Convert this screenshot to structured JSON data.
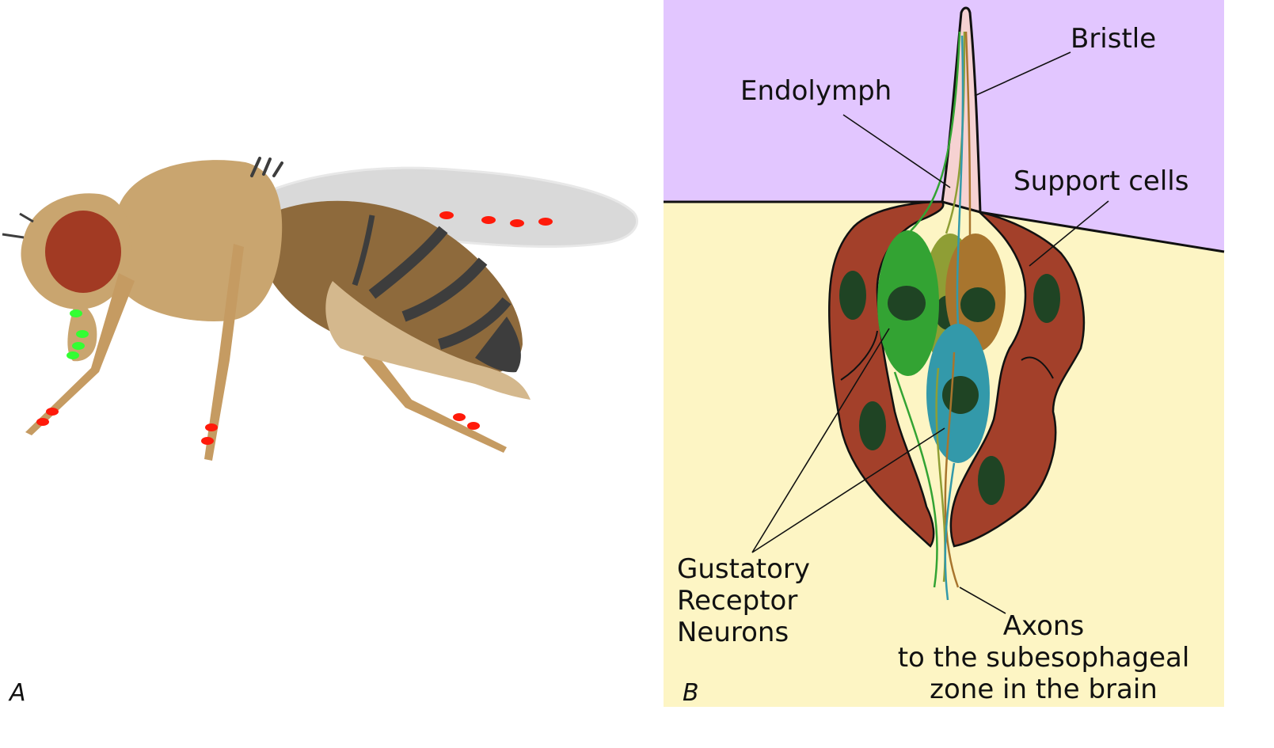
{
  "panel_a": {
    "letter": "A",
    "colors": {
      "body": "#c9a56f",
      "abdomen": "#8e6a3c",
      "stripe": "#3d3d3d",
      "eye": "#a23a23",
      "wing": "#cfcfcf",
      "red_marker": "#ff1a0a",
      "green_marker": "#33ff33"
    }
  },
  "panel_b": {
    "letter": "B",
    "labels": {
      "bristle": "Bristle",
      "endolymph": "Endolymph",
      "support_cells": "Support cells",
      "gustatory_1": "Gustatory",
      "gustatory_2": "Receptor",
      "gustatory_3": "Neurons",
      "axons_1": "Axons",
      "axons_2": "to the subesophageal",
      "axons_3": "zone in the brain"
    },
    "colors": {
      "exterior": "#e2c6ff",
      "tissue": "#fdf5c4",
      "support_cell": "#a3402a",
      "nucleus": "#1f4424",
      "neuron_green": "#33a333",
      "neuron_olive": "#8f9e35",
      "neuron_brown": "#a8752e",
      "neuron_teal": "#3399aa",
      "endolymph": "#f6d2d2"
    }
  }
}
